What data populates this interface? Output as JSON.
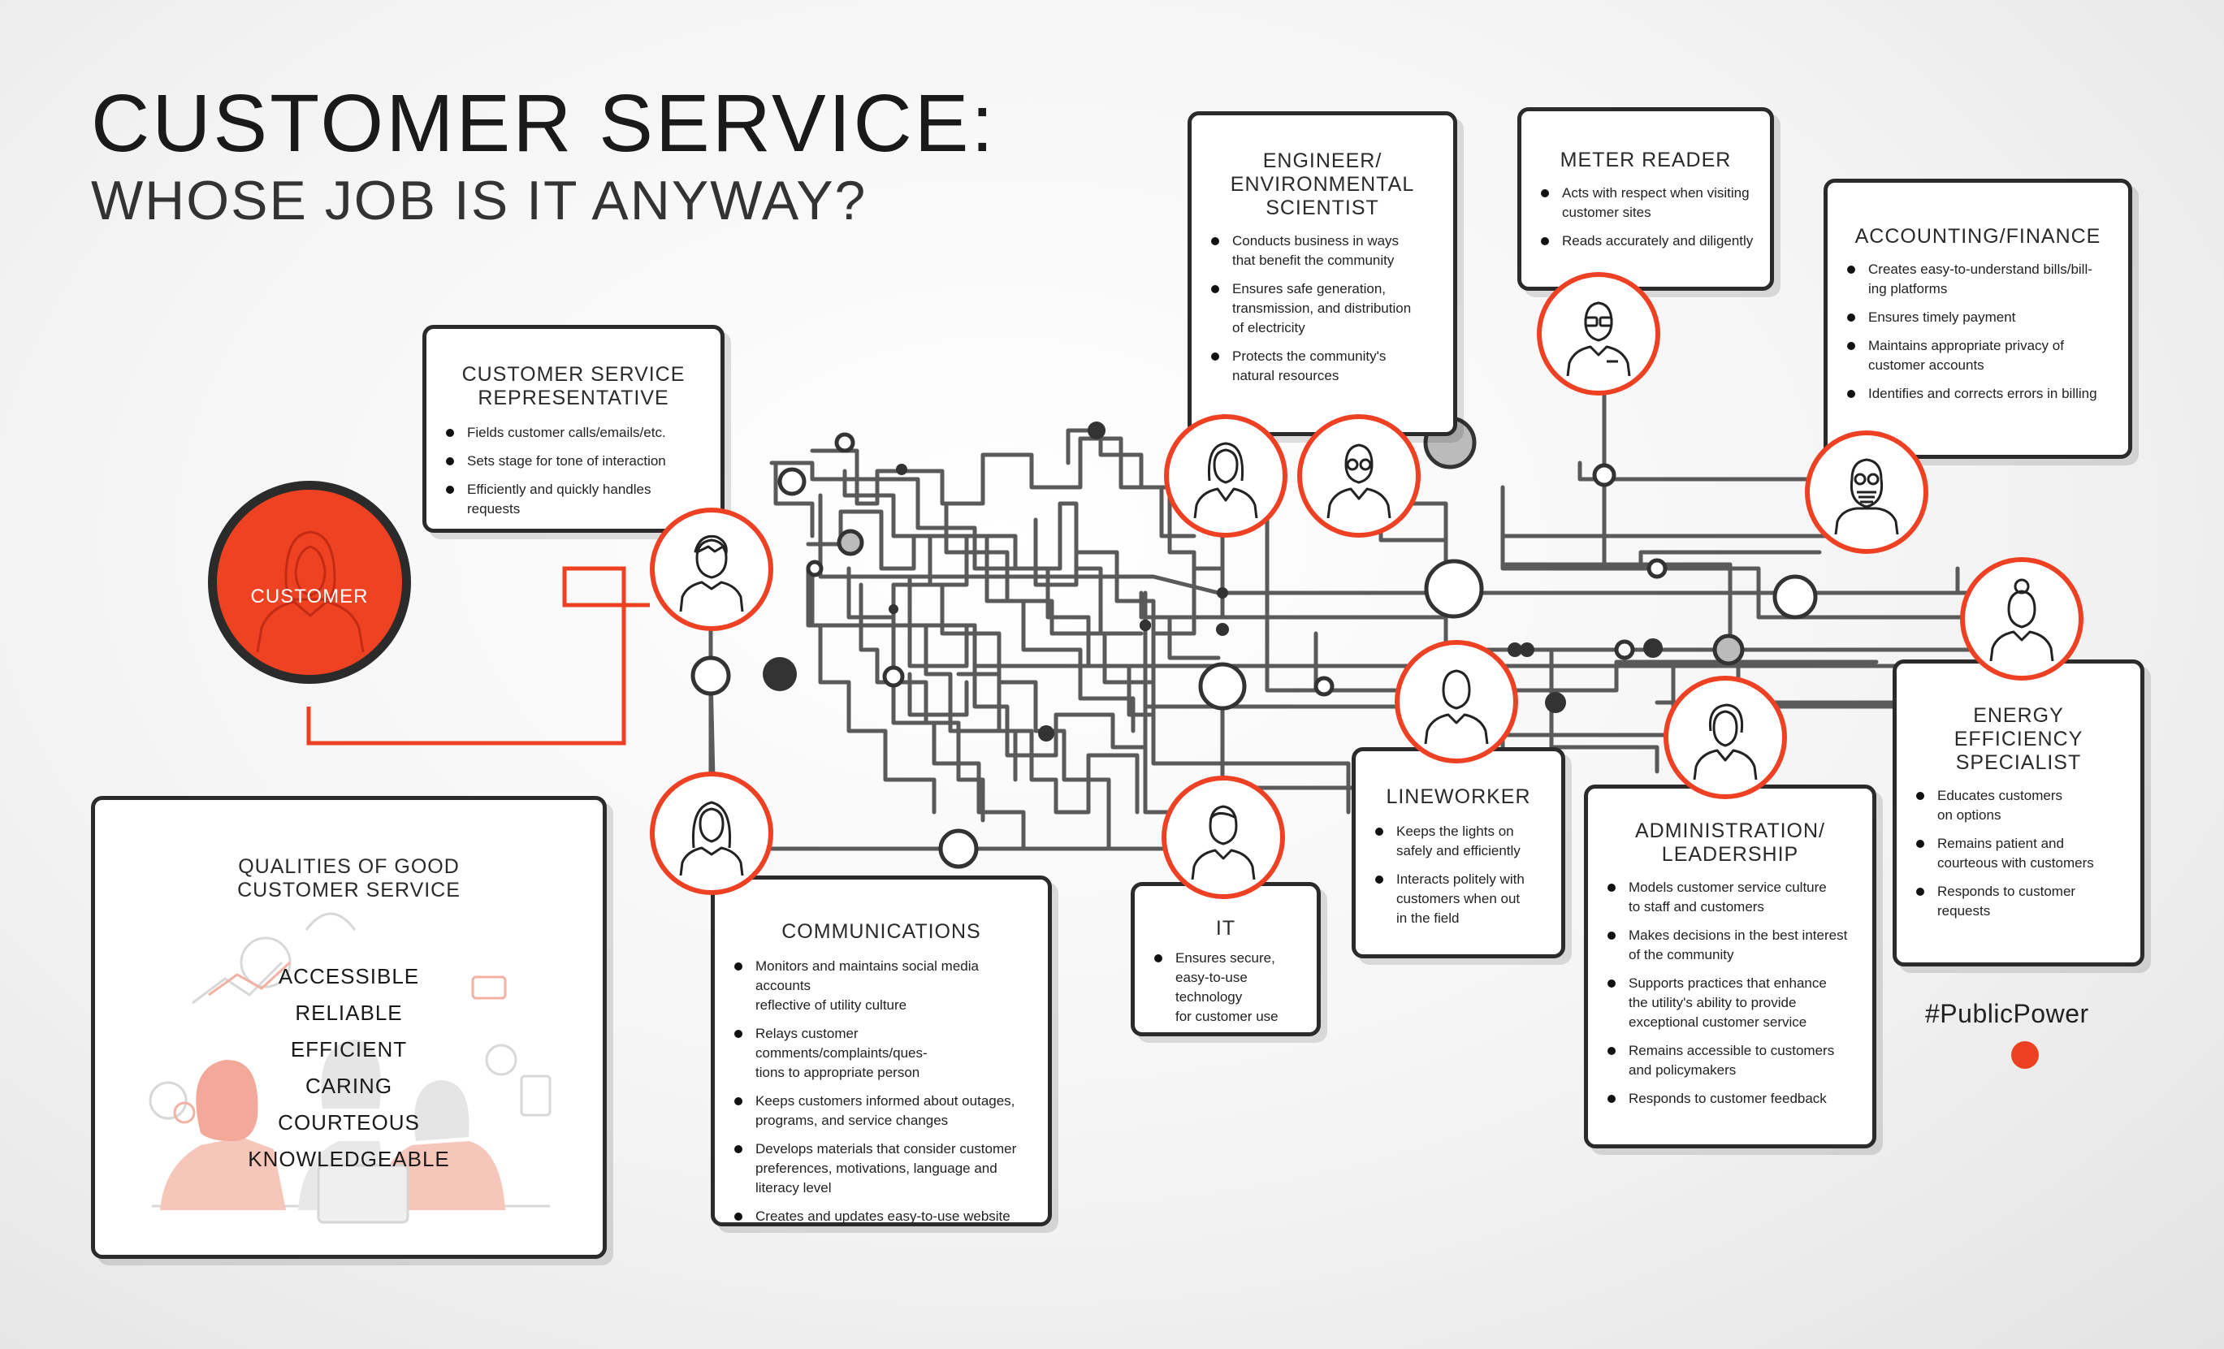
{
  "header": {
    "title": "CUSTOMER SERVICE:",
    "subtitle": "WHOSE JOB IS IT ANYWAY?"
  },
  "customer": {
    "label": "CUSTOMER"
  },
  "cards": {
    "csr": {
      "title": "CUSTOMER SERVICE\nREPRESENTATIVE",
      "bullets": [
        "Fields customer calls/emails/etc.",
        "Sets stage for tone of interaction",
        "Efficiently and quickly handles requests"
      ]
    },
    "engineer": {
      "title": "ENGINEER/\nENVIRONMENTAL\nSCIENTIST",
      "bullets": [
        "Conducts business in ways\nthat benefit the community",
        "Ensures safe generation,\ntransmission, and distribution\nof electricity",
        "Protects the community's\nnatural resources"
      ]
    },
    "meter": {
      "title": "METER READER",
      "bullets": [
        "Acts with respect when visiting\ncustomer sites",
        "Reads accurately and diligently"
      ]
    },
    "accounting": {
      "title": "ACCOUNTING/FINANCE",
      "bullets": [
        "Creates easy-to-understand bills/bill-\ning platforms",
        "Ensures timely payment",
        "Maintains appropriate privacy of\ncustomer accounts",
        "Identifies and corrects errors in billing"
      ]
    },
    "communications": {
      "title": "COMMUNICATIONS",
      "bullets": [
        "Monitors and maintains social media accounts\nreflective of utility culture",
        "Relays customer comments/complaints/ques-\ntions to appropriate person",
        "Keeps customers informed about outages,\nprograms, and service changes",
        "Develops materials that consider customer\npreferences, motivations, language and\nliteracy level",
        "Creates and updates easy-to-use website"
      ]
    },
    "it": {
      "title": "IT",
      "bullets": [
        "Ensures secure,\neasy-to-use technology\nfor customer use"
      ]
    },
    "lineworker": {
      "title": "LINEWORKER",
      "bullets": [
        "Keeps the lights on\nsafely and efficiently",
        "Interacts politely with\ncustomers when out\nin the field"
      ]
    },
    "admin": {
      "title": "ADMINISTRATION/\nLEADERSHIP",
      "bullets": [
        "Models customer service culture\nto staff and customers",
        "Makes decisions in the best interest\nof the community",
        "Supports practices that enhance\nthe utility's ability to provide\nexceptional customer service",
        "Remains accessible to customers\nand policymakers",
        "Responds to customer feedback"
      ]
    },
    "energy": {
      "title": "ENERGY\nEFFICIENCY\nSPECIALIST",
      "bullets": [
        "Educates customers\non options",
        "Remains patient and\ncourteous with customers",
        "Responds to customer\nrequests"
      ]
    }
  },
  "qualities": {
    "title": "QUALITIES OF GOOD\nCUSTOMER SERVICE",
    "items": [
      "ACCESSIBLE",
      "RELIABLE",
      "EFFICIENT",
      "CARING",
      "COURTEOUS",
      "KNOWLEDGEABLE"
    ]
  },
  "footer": {
    "hashtag": "#PublicPower"
  },
  "colors": {
    "accent": "#ee4123",
    "line": "#555555",
    "card_border": "#2b2b2b"
  }
}
